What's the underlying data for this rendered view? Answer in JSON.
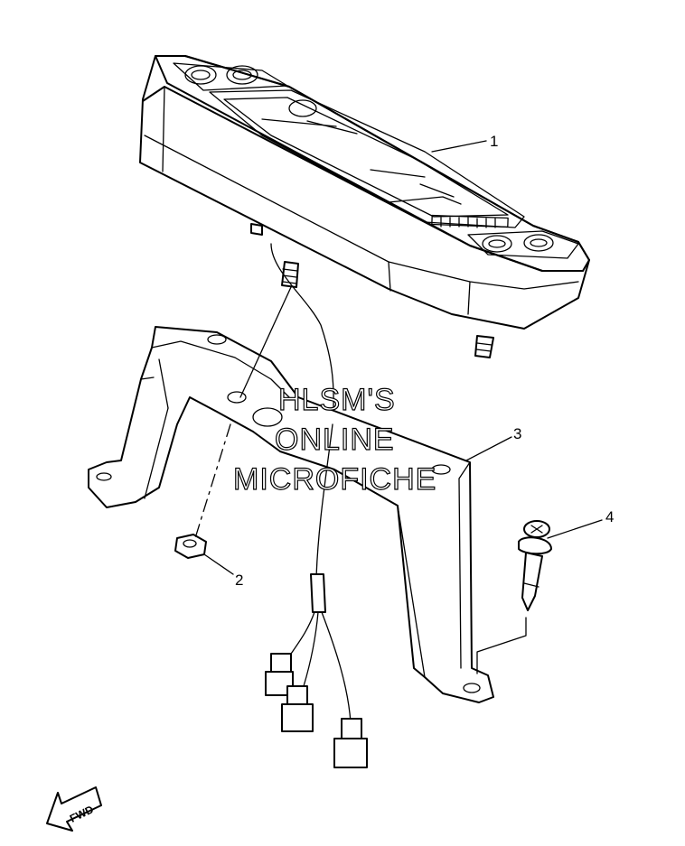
{
  "callouts": [
    {
      "id": "1",
      "label": "1"
    },
    {
      "id": "2",
      "label": "2"
    },
    {
      "id": "3",
      "label": "3"
    },
    {
      "id": "4",
      "label": "4"
    }
  ],
  "watermark": {
    "line1": "HLSM'S",
    "line2": "ONLINE",
    "line3": "MICROFICHE"
  },
  "direction_arrow": {
    "label": "FWD"
  }
}
